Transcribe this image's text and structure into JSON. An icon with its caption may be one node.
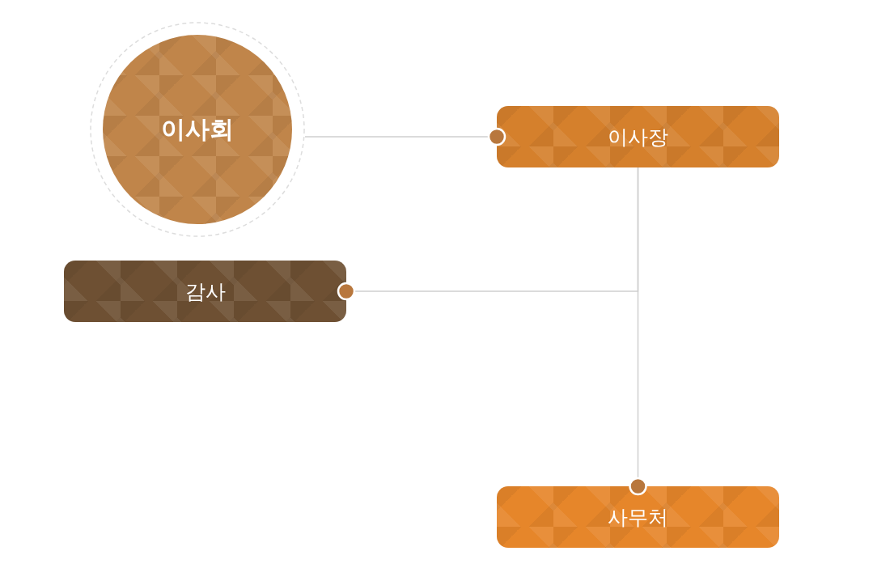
{
  "diagram": {
    "nodes": [
      {
        "text": [
          "이사회"
        ]
      },
      {
        "text": [
          "이사장"
        ]
      },
      {
        "text": [
          "감사"
        ]
      },
      {
        "text": [
          "사무처"
        ]
      }
    ],
    "edges": [
      {
        "from": 0,
        "to": 1,
        "arrow": "other"
      },
      {
        "from": 1,
        "to": 2,
        "arrow": "other"
      },
      {
        "from": 1,
        "to": 3,
        "arrow": "other"
      }
    ]
  }
}
